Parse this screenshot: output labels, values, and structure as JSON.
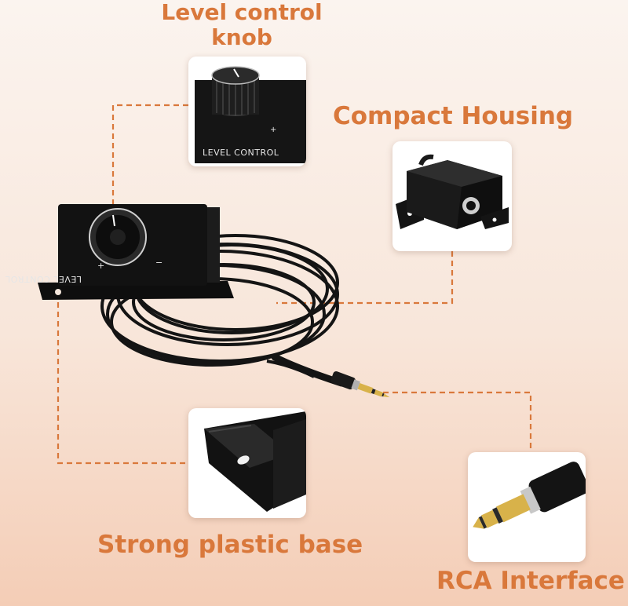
{
  "labels": {
    "knob_line1": "Level control",
    "knob_line2": "knob",
    "housing": "Compact Housing",
    "base": "Strong plastic base",
    "rca": "RCA Interface"
  },
  "device": {
    "panel_text": "LEVEL CONTROL",
    "plus": "+",
    "minus": "−"
  },
  "colors": {
    "accent": "#d9783b",
    "connector": "#d9783b",
    "device": "#111111"
  }
}
